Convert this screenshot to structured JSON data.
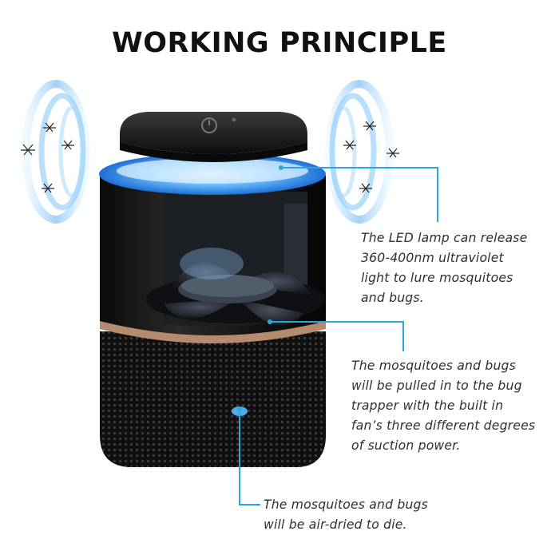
{
  "title": "WORKING PRINCIPLE",
  "colors": {
    "accent_line": "#29a8e0",
    "uv_glow": "#5ab8ff",
    "body": "#151515",
    "trim": "#b58b6f"
  },
  "callouts": [
    {
      "lines": [
        "The LED lamp can release",
        "360-400nm ultraviolet",
        "light to lure mosquitoes",
        "and bugs."
      ]
    },
    {
      "lines": [
        "The mosquitoes and bugs",
        "will be pulled in to the bug",
        "trapper with the built in",
        "fan’s three different degrees",
        "of suction power."
      ]
    },
    {
      "lines": [
        "The mosquitoes and bugs",
        "will be air-dried to die."
      ]
    }
  ]
}
